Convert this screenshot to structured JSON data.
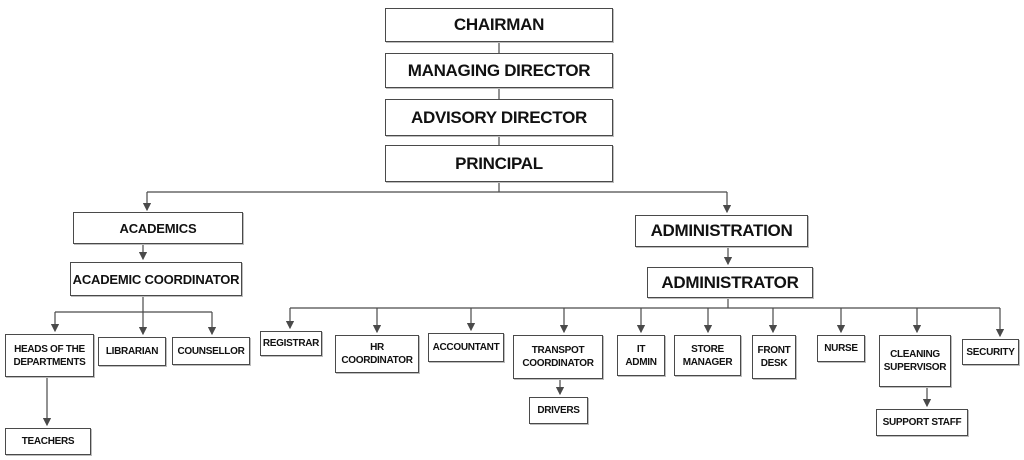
{
  "chart": {
    "chairman": "CHAIRMAN",
    "managing_director": "MANAGING DIRECTOR",
    "advisory_director": "ADVISORY DIRECTOR",
    "principal": "PRINCIPAL",
    "academics": "ACADEMICS",
    "academic_coordinator": "ACADEMIC COORDINATOR",
    "heads_of_departments": "HEADS OF THE\nDEPARTMENTS",
    "librarian": "LIBRARIAN",
    "counsellor": "COUNSELLOR",
    "teachers": "TEACHERS",
    "administration": "ADMINISTRATION",
    "administrator": "ADMINISTRATOR",
    "registrar": "REGISTRAR",
    "hr_coordinator": "HR\nCOORDINATOR",
    "accountant": "ACCOUNTANT",
    "transport_coordinator": "TRANSPOT\nCOORDINATOR",
    "drivers": "DRIVERS",
    "it_admin": "IT\nADMIN",
    "store_manager": "STORE\nMANAGER",
    "front_desk": "FRONT\nDESK",
    "nurse": "NURSE",
    "cleaning_supervisor": "CLEANING\nSUPERVISOR",
    "support_staff": "SUPPORT STAFF",
    "security": "SECURITY"
  },
  "colors": {
    "line": "#4a4a4a",
    "border": "#4a4a4a",
    "text": "#111111"
  }
}
